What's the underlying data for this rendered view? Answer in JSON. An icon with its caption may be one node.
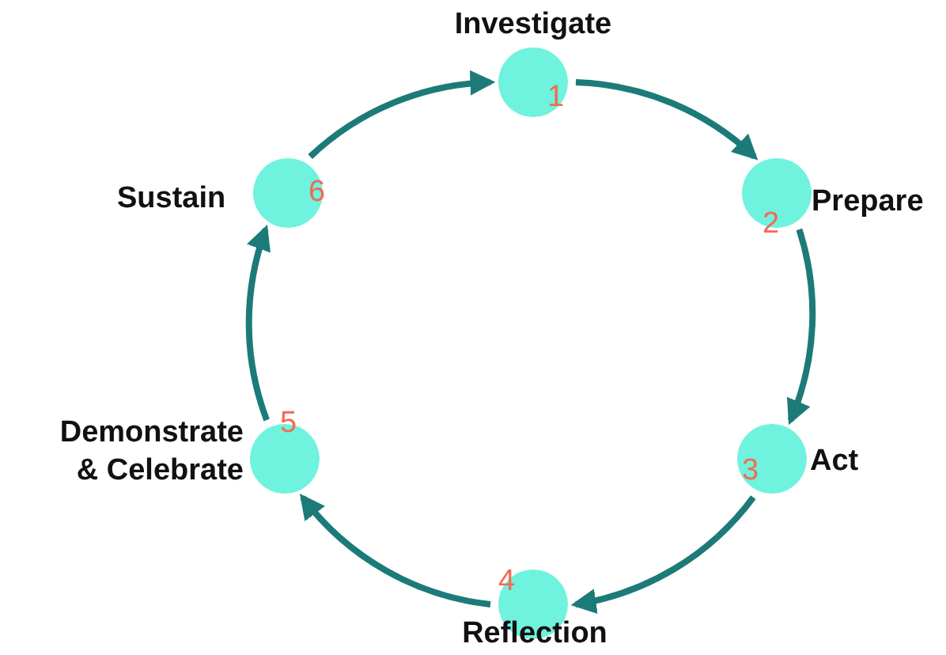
{
  "diagram": {
    "nodes": [
      {
        "text": [
          "Investigate",
          "1"
        ]
      },
      {
        "text": [
          "Prepare",
          "2"
        ]
      },
      {
        "text": [
          "Act",
          "3"
        ]
      },
      {
        "text": [
          "4",
          "Reflection"
        ]
      },
      {
        "text": [
          "Demonstrate & Celebrate",
          "5"
        ]
      },
      {
        "text": [
          "Sustain",
          "6"
        ]
      }
    ],
    "edges": [
      {
        "from": 0,
        "to": 1,
        "arrow": "to"
      },
      {
        "from": 1,
        "to": 2,
        "arrow": "to"
      },
      {
        "from": 2,
        "to": 3,
        "arrow": "to"
      },
      {
        "from": 3,
        "to": 4,
        "arrow": "to"
      },
      {
        "from": 4,
        "to": 5,
        "arrow": "to"
      },
      {
        "from": 5,
        "to": 0,
        "arrow": "to"
      }
    ]
  }
}
